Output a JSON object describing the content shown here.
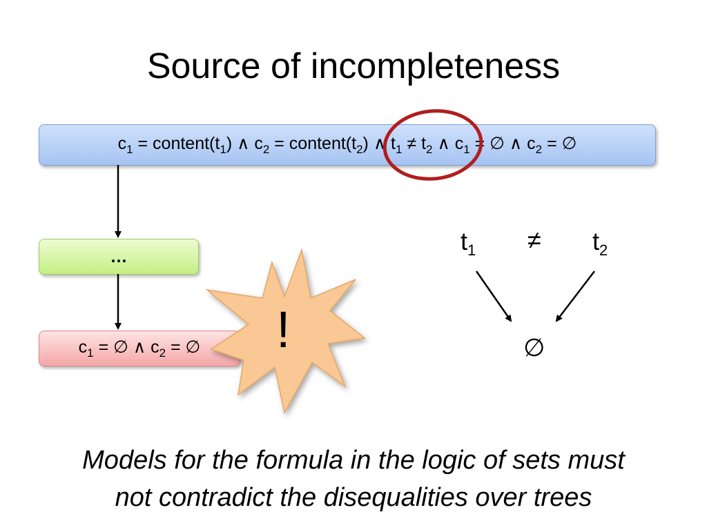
{
  "slide": {
    "title": "Source of incompleteness",
    "top_formula": {
      "c1": "c",
      "c1_sub": "1",
      "eq1": " = content(t",
      "t1_sub": "1",
      "mid1": ") ∧ c",
      "c2_sub": "2",
      "eq2": " = content(t",
      "t2_sub": "2",
      "mid2": ") ∧ t",
      "t1b_sub": "1",
      "neq": " ≠ t",
      "t2b_sub": "2",
      "mid3": " ∧ c",
      "c1b_sub": "1",
      "tail1": " = ∅ ∧ c",
      "c2b_sub": "2",
      "tail2": " = ∅"
    },
    "middle_box": "…",
    "bottom_formula": {
      "a": "c",
      "a_sub": "1",
      "b": " = ∅ ∧ c",
      "b_sub": "2",
      "c": " = ∅"
    },
    "burst_text": "!",
    "right_diagram": {
      "t1": "t",
      "t1_sub": "1",
      "neq": "≠",
      "t2": "t",
      "t2_sub": "2",
      "empty": "∅"
    },
    "caption_line1": "Models for the formula in the logic of sets must",
    "caption_line2": "not contradict the disequalities over trees",
    "colors": {
      "top_box": "#b9d0f6",
      "middle_box": "#d8f5a6",
      "bottom_box": "#f8c2c2",
      "burst": "#f9c894",
      "highlight_ellipse": "#b01e1e"
    }
  }
}
